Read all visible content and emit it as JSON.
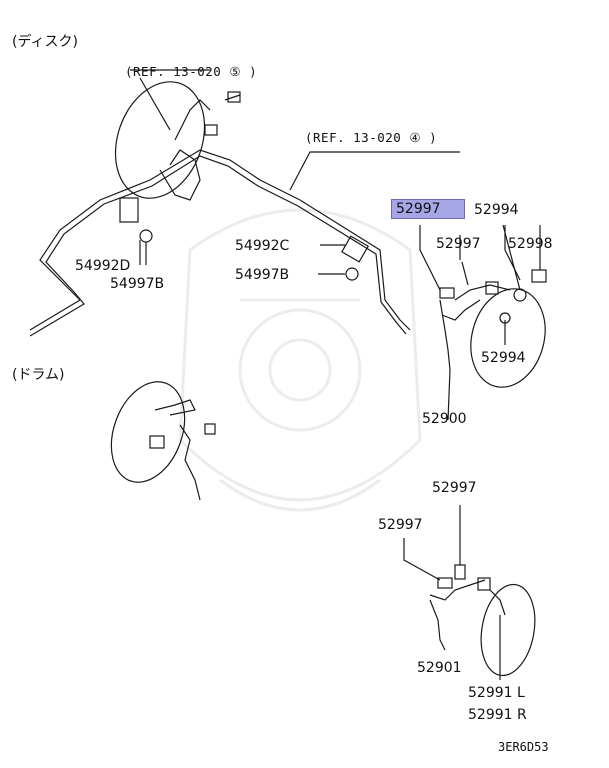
{
  "sections": {
    "disc": "(ディスク)",
    "drum": "(ドラム)"
  },
  "refs": {
    "ref5": "(REF. 13-020 ⑤ )",
    "ref4": "(REF. 13-020 ④ )"
  },
  "parts": {
    "p52997_highlight": "52997",
    "p52994_top": "52994",
    "p52997_mid": "52997",
    "p52998": "52998",
    "p52994_bottom": "52994",
    "p52900": "52900",
    "p54992C": "54992C",
    "p54997B_mid": "54997B",
    "p54992D": "54992D",
    "p54997B_left": "54997B",
    "p52997_drum_top": "52997",
    "p52997_drum_left": "52997",
    "p52901": "52901",
    "p52991L": "52991 L",
    "p52991R": "52991 R"
  },
  "diagram_code": "3ER6D53",
  "colors": {
    "highlight": "#a6a6e6",
    "line": "#1a1a1a",
    "watermark": "#e8e8e8"
  }
}
